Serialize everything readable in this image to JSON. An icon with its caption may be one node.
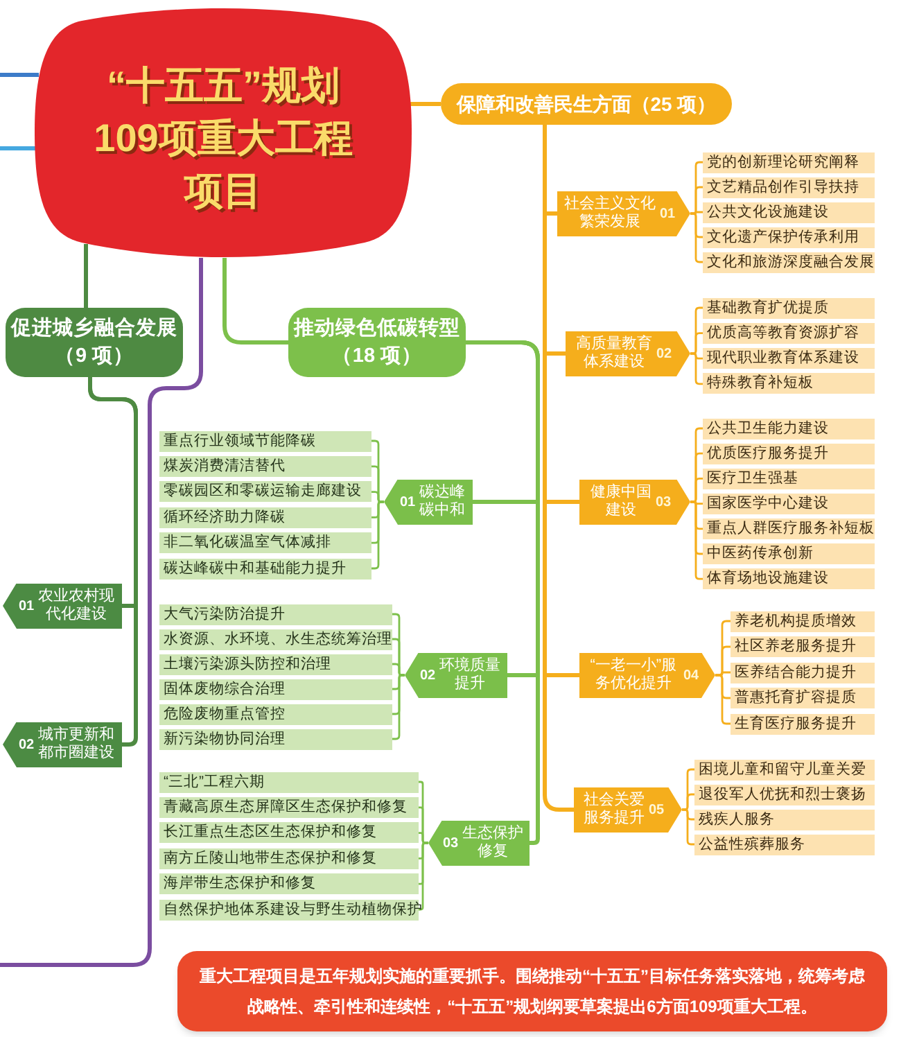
{
  "diagram": {
    "nodes": [
      {
        "text": [
          "“十五五”规划",
          "109项重大工程项目"
        ]
      },
      {
        "text": [
          "保障和改善民生方面（25 项）"
        ]
      },
      {
        "text": [
          "社会主义文化繁荣发展",
          "01"
        ]
      },
      {
        "text": [
          "党的创新理论研究阐释"
        ]
      },
      {
        "text": [
          "文艺精品创作引导扶持"
        ]
      },
      {
        "text": [
          "公共文化设施建设"
        ]
      },
      {
        "text": [
          "文化遗产保护传承利用"
        ]
      },
      {
        "text": [
          "文化和旅游深度融合发展"
        ]
      },
      {
        "text": [
          "高质量教育体系建设",
          "02"
        ]
      },
      {
        "text": [
          "基础教育扩优提质"
        ]
      },
      {
        "text": [
          "优质高等教育资源扩容"
        ]
      },
      {
        "text": [
          "现代职业教育体系建设"
        ]
      },
      {
        "text": [
          "特殊教育补短板"
        ]
      },
      {
        "text": [
          "健康中国建设",
          "03"
        ]
      },
      {
        "text": [
          "公共卫生能力建设"
        ]
      },
      {
        "text": [
          "优质医疗服务提升"
        ]
      },
      {
        "text": [
          "医疗卫生强基"
        ]
      },
      {
        "text": [
          "国家医学中心建设"
        ]
      },
      {
        "text": [
          "重点人群医疗服务补短板"
        ]
      },
      {
        "text": [
          "中医药传承创新"
        ]
      },
      {
        "text": [
          "体育场地设施建设"
        ]
      },
      {
        "text": [
          "“一老一小”服务优化提升",
          "04"
        ]
      },
      {
        "text": [
          "养老机构提质增效"
        ]
      },
      {
        "text": [
          "社区养老服务提升"
        ]
      },
      {
        "text": [
          "医养结合能力提升"
        ]
      },
      {
        "text": [
          "普惠托育扩容提质"
        ]
      },
      {
        "text": [
          "生育医疗服务提升"
        ]
      },
      {
        "text": [
          "社会关爱服务提升",
          "05"
        ]
      },
      {
        "text": [
          "困境儿童和留守儿童关爱"
        ]
      },
      {
        "text": [
          "退役军人优抚和烈士褒扬"
        ]
      },
      {
        "text": [
          "残疾人服务"
        ]
      },
      {
        "text": [
          "公益性殡葬服务"
        ]
      },
      {
        "text": [
          "促进城乡融合发展",
          "（9 项）"
        ]
      },
      {
        "text": [
          "01",
          "农业农村现代化建设"
        ]
      },
      {
        "text": [
          "02",
          "城市更新和都市圈建设"
        ]
      },
      {
        "text": [
          "推动绿色低碳转型",
          "（18 项）"
        ]
      },
      {
        "text": [
          "01",
          "碳达峰碳中和"
        ]
      },
      {
        "text": [
          "重点行业领域节能降碳"
        ]
      },
      {
        "text": [
          "煤炭消费清洁替代"
        ]
      },
      {
        "text": [
          "零碳园区和零碳运输走廊建设"
        ]
      },
      {
        "text": [
          "循环经济助力降碳"
        ]
      },
      {
        "text": [
          "非二氧化碳温室气体减排"
        ]
      },
      {
        "text": [
          "碳达峰碳中和基础能力提升"
        ]
      },
      {
        "text": [
          "02",
          "环境质量提升"
        ]
      },
      {
        "text": [
          "大气污染防治提升"
        ]
      },
      {
        "text": [
          "水资源、水环境、水生态统筹治理"
        ]
      },
      {
        "text": [
          "土壤污染源头防控和治理"
        ]
      },
      {
        "text": [
          "固体废物综合治理"
        ]
      },
      {
        "text": [
          "危险废物重点管控"
        ]
      },
      {
        "text": [
          "新污染物协同治理"
        ]
      },
      {
        "text": [
          "03",
          "生态保护修复"
        ]
      },
      {
        "text": [
          "“三北”工程六期"
        ]
      },
      {
        "text": [
          "青藏高原生态屏障区生态保护和修复"
        ]
      },
      {
        "text": [
          "长江重点生态区生态保护和修复"
        ]
      },
      {
        "text": [
          "南方丘陵山地带生态保护和修复"
        ]
      },
      {
        "text": [
          "海岸带生态保护和修复"
        ]
      },
      {
        "text": [
          "自然保护地体系建设与野生动植物保护"
        ]
      },
      {
        "text": [
          "重大工程项目是五年规划实施的重要抓手。围绕推动“十五五”目标任务落实落地，统筹考虑战略性、牵引性和连续性，“十五五”规划纲要草案提出6方面109项重大工程。"
        ]
      }
    ],
    "edges": [
      {
        "from": null,
        "to": 0,
        "arrow": "none",
        "style": "thick",
        "color": "#3d7cc9"
      },
      {
        "from": null,
        "to": 0,
        "arrow": "none",
        "style": "thick",
        "color": "#45a8e0"
      },
      {
        "from": 0,
        "to": 1,
        "arrow": "none",
        "style": "thick"
      },
      {
        "from": 0,
        "to": 32,
        "arrow": "none",
        "style": "thick",
        "color": "#4e8a42"
      },
      {
        "from": 0,
        "to": 35,
        "arrow": "none",
        "style": "thick",
        "color": "#7dc04b"
      },
      {
        "from": 0,
        "to": null,
        "arrow": "none",
        "style": "thick",
        "color": "#7b4da0"
      },
      {
        "from": 1,
        "to": 2,
        "arrow": "none",
        "style": "thick"
      },
      {
        "from": 1,
        "to": 8,
        "arrow": "none",
        "style": "thick"
      },
      {
        "from": 1,
        "to": 13,
        "arrow": "none",
        "style": "thick"
      },
      {
        "from": 1,
        "to": 21,
        "arrow": "none",
        "style": "thick"
      },
      {
        "from": 1,
        "to": 27,
        "arrow": "none",
        "style": "thick"
      },
      {
        "from": 2,
        "to": 3,
        "arrow": "none"
      },
      {
        "from": 2,
        "to": 4,
        "arrow": "none"
      },
      {
        "from": 2,
        "to": 5,
        "arrow": "none"
      },
      {
        "from": 2,
        "to": 6,
        "arrow": "none"
      },
      {
        "from": 2,
        "to": 7,
        "arrow": "none"
      },
      {
        "from": 8,
        "to": 9,
        "arrow": "none"
      },
      {
        "from": 8,
        "to": 10,
        "arrow": "none"
      },
      {
        "from": 8,
        "to": 11,
        "arrow": "none"
      },
      {
        "from": 8,
        "to": 12,
        "arrow": "none"
      },
      {
        "from": 13,
        "to": 14,
        "arrow": "none"
      },
      {
        "from": 13,
        "to": 15,
        "arrow": "none"
      },
      {
        "from": 13,
        "to": 16,
        "arrow": "none"
      },
      {
        "from": 13,
        "to": 17,
        "arrow": "none"
      },
      {
        "from": 13,
        "to": 18,
        "arrow": "none"
      },
      {
        "from": 13,
        "to": 19,
        "arrow": "none"
      },
      {
        "from": 13,
        "to": 20,
        "arrow": "none"
      },
      {
        "from": 21,
        "to": 22,
        "arrow": "none"
      },
      {
        "from": 21,
        "to": 23,
        "arrow": "none"
      },
      {
        "from": 21,
        "to": 24,
        "arrow": "none"
      },
      {
        "from": 21,
        "to": 25,
        "arrow": "none"
      },
      {
        "from": 21,
        "to": 26,
        "arrow": "none"
      },
      {
        "from": 27,
        "to": 28,
        "arrow": "none"
      },
      {
        "from": 27,
        "to": 29,
        "arrow": "none"
      },
      {
        "from": 27,
        "to": 30,
        "arrow": "none"
      },
      {
        "from": 27,
        "to": 31,
        "arrow": "none"
      },
      {
        "from": 32,
        "to": 33,
        "arrow": "none",
        "style": "thick",
        "color": "#4e8a42"
      },
      {
        "from": 32,
        "to": 34,
        "arrow": "none",
        "style": "thick",
        "color": "#4e8a42"
      },
      {
        "from": 35,
        "to": 36,
        "arrow": "none",
        "style": "thick",
        "color": "#7dc04b"
      },
      {
        "from": 35,
        "to": 43,
        "arrow": "none",
        "style": "thick",
        "color": "#7dc04b"
      },
      {
        "from": 35,
        "to": 50,
        "arrow": "none",
        "style": "thick",
        "color": "#7dc04b"
      },
      {
        "from": 36,
        "to": 37,
        "arrow": "none",
        "color": "#7dc04b"
      },
      {
        "from": 36,
        "to": 38,
        "arrow": "none",
        "color": "#7dc04b"
      },
      {
        "from": 36,
        "to": 39,
        "arrow": "none",
        "color": "#7dc04b"
      },
      {
        "from": 36,
        "to": 40,
        "arrow": "none",
        "color": "#7dc04b"
      },
      {
        "from": 36,
        "to": 41,
        "arrow": "none",
        "color": "#7dc04b"
      },
      {
        "from": 36,
        "to": 42,
        "arrow": "none",
        "color": "#7dc04b"
      },
      {
        "from": 43,
        "to": 44,
        "arrow": "none",
        "color": "#7dc04b"
      },
      {
        "from": 43,
        "to": 45,
        "arrow": "none",
        "color": "#7dc04b"
      },
      {
        "from": 43,
        "to": 46,
        "arrow": "none",
        "color": "#7dc04b"
      },
      {
        "from": 43,
        "to": 47,
        "arrow": "none",
        "color": "#7dc04b"
      },
      {
        "from": 43,
        "to": 48,
        "arrow": "none",
        "color": "#7dc04b"
      },
      {
        "from": 43,
        "to": 49,
        "arrow": "none",
        "color": "#7dc04b"
      },
      {
        "from": 50,
        "to": 51,
        "arrow": "none",
        "color": "#7dc04b"
      },
      {
        "from": 50,
        "to": 52,
        "arrow": "none",
        "color": "#7dc04b"
      },
      {
        "from": 50,
        "to": 53,
        "arrow": "none",
        "color": "#7dc04b"
      },
      {
        "from": 50,
        "to": 54,
        "arrow": "none",
        "color": "#7dc04b"
      },
      {
        "from": 50,
        "to": 55,
        "arrow": "none",
        "color": "#7dc04b"
      },
      {
        "from": 50,
        "to": 56,
        "arrow": "none",
        "color": "#7dc04b"
      }
    ]
  }
}
